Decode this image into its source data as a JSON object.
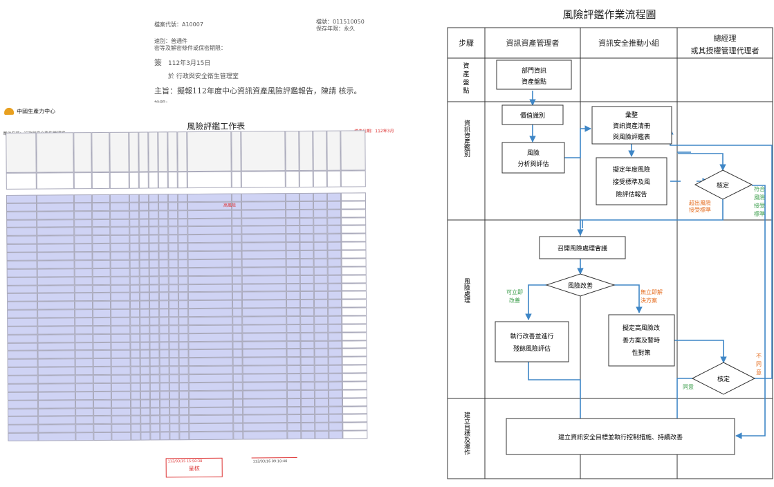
{
  "memo": {
    "line1_left": "檔案代號：A10007",
    "line1_right": "檔號：011510050",
    "line2_right": "保存年限：永久",
    "line3": "速別：普通件",
    "line4": "密等及解密條件或保密期限：",
    "line5_label": "簽",
    "line5": "112年3月15日",
    "line6": "於 行政與安全衛生管理室",
    "subject": "主旨：擬報112年度中心資訊資產風險評鑑報告，陳請 核示。",
    "line8": "說明："
  },
  "sheet": {
    "org_name": "中國生產力中心",
    "title": "風險評鑑工作表",
    "left_info": "單位名稱：行政與安全衛生管理室",
    "right_info": "填表日期：112年3月",
    "red_mark": "高風險",
    "stamp_date": "112/03/15 15:50:38",
    "stamp_date2": "112/03/16 09:10:40",
    "stamp_label": "呈核"
  },
  "flow": {
    "title": "風險評鑑作業流程圖",
    "col_step": "步驟",
    "col_manager": "資訊資產管理者",
    "col_team": "資訊安全推動小組",
    "col_gm_1": "總經理",
    "col_gm_2": "或其授權管理代理者",
    "row1": "資產盤點",
    "row1_chars": [
      "資",
      "產",
      "盤",
      "點"
    ],
    "row2": "資訊資產鑑別",
    "row3": "風險處理",
    "row4": "建立目標及運作",
    "box_inventory_1": "部門資訊",
    "box_inventory_2": "資產盤點",
    "box_value": "價值識別",
    "box_risk_1": "風險",
    "box_risk_2": "分析與評估",
    "box_compile_1": "彙整",
    "box_compile_2": "資訊資產清冊",
    "box_compile_3": "與風險評鑑表",
    "box_draft_1": "擬定年度風險",
    "box_draft_2": "接受標準及風",
    "box_draft_3": "險評估報告",
    "diamond_review": "核定",
    "label_exceed_1": "超出風險",
    "label_exceed_2": "接受標準",
    "label_meet_1": "符合",
    "label_meet_2": "風險",
    "label_meet_3": "接受",
    "label_meet_4": "標準",
    "box_meeting": "召開風險處理會議",
    "diamond_improve": "風險改善",
    "label_can_1": "可立即",
    "label_can_2": "改善",
    "label_cannot_1": "無立即解",
    "label_cannot_2": "決方案",
    "box_exec_1": "執行改善並進行",
    "box_exec_2": "殘餘風險評估",
    "box_plan_1": "擬定高風險改",
    "box_plan_2": "善方案及暫時",
    "box_plan_3": "性對策",
    "diamond_review2": "核定",
    "label_agree": "同意",
    "label_disagree_1": "不",
    "label_disagree_2": "同",
    "label_disagree_3": "意",
    "box_final": "建立資訊安全目標並執行控制措施、持續改善"
  },
  "colors": {
    "line": "#3e86c6",
    "orange": "#e46c1f",
    "green": "#3a9d4a",
    "highlight": "#cfd3f4"
  }
}
